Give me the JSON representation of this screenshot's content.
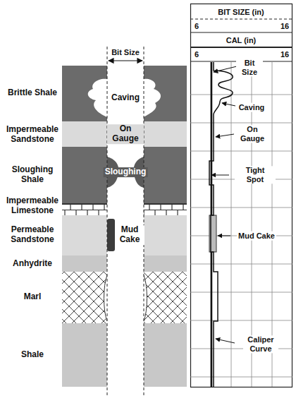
{
  "diagram": {
    "labels": [
      "Bit Size",
      "Brittle Shale",
      "Caving",
      "Impermeable Sandstone",
      "On Gauge",
      "Sloughing Shale",
      "Sloughing",
      "Impermeable Limestone",
      "Permeable Sandstone",
      "Mud Cake",
      "Anhydrite",
      "Marl",
      "Shale",
      "BIT SIZE (in)",
      "6",
      "16",
      "CAL (in)",
      "6",
      "16",
      "Bit Size",
      "Caving",
      "On Gauge",
      "Tight Spot",
      "Mud Cake",
      "Caliper Curve"
    ]
  }
}
